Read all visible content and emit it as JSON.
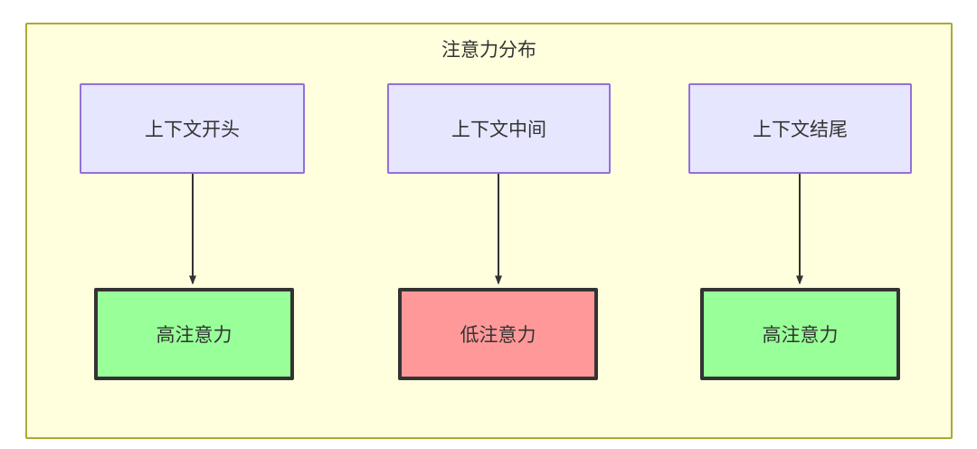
{
  "diagram": {
    "title": "注意力分布",
    "colors": {
      "container_fill": "#ffffde",
      "container_border": "#aaaa33",
      "context_fill": "#e6e6ff",
      "context_border": "#9370db",
      "high_attention_fill": "#99ff99",
      "low_attention_fill": "#ff9999",
      "node_border_dark": "#333333",
      "edge": "#333333",
      "text": "#333333"
    },
    "nodes": {
      "context_start": "上下文开头",
      "context_middle": "上下文中间",
      "context_end": "上下文结尾",
      "attention_start": "高注意力",
      "attention_middle": "低注意力",
      "attention_end": "高注意力"
    },
    "edges": [
      {
        "from": "上下文开头",
        "to": "高注意力",
        "label": ""
      },
      {
        "from": "上下文中间",
        "to": "低注意力",
        "label": ""
      },
      {
        "from": "上下文结尾",
        "to": "高注意力",
        "label": ""
      }
    ]
  }
}
